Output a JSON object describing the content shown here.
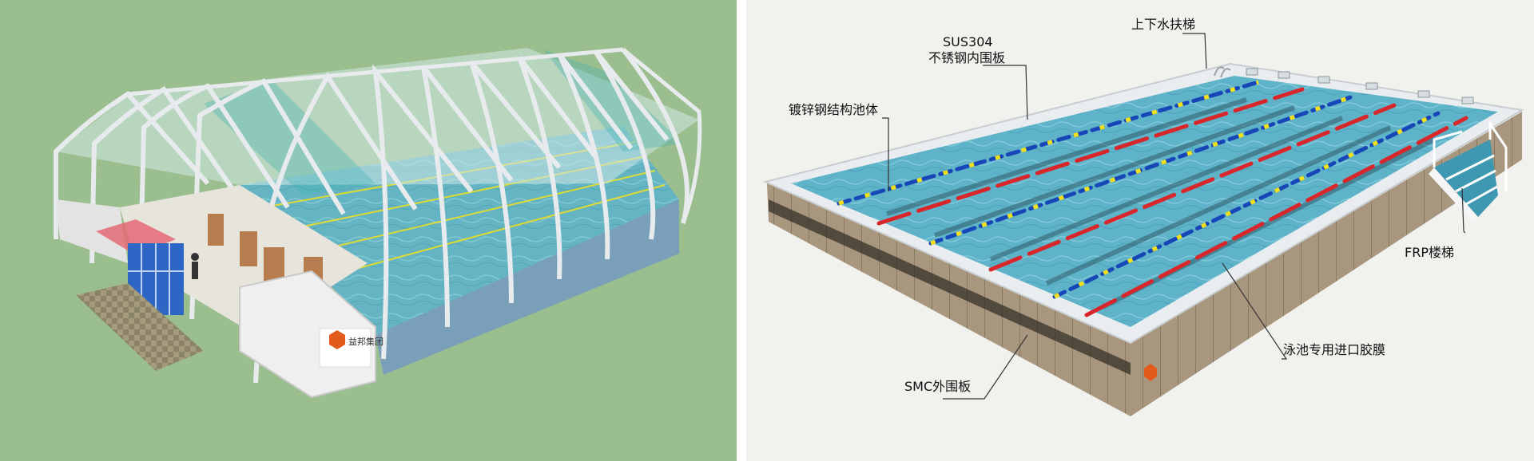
{
  "panels": [
    {
      "id": "enclosure",
      "background": "#9BBE8F"
    },
    {
      "id": "pool",
      "background": "#F1F1EE"
    }
  ],
  "colors": {
    "water": "#5FB3C9",
    "water_deep": "#3E98B2",
    "frame": "#E6E9EC",
    "glass": "#BFE3E8",
    "lane_red": "#D8262B",
    "lane_blue": "#1646B8",
    "lane_yellow": "#F2E11A",
    "wall_brown": "#9B8B74"
  },
  "logo": {
    "text": "益邦集团",
    "icon": "logo-hexagon-icon"
  },
  "callouts": [
    {
      "id": "sus304",
      "lines": [
        "SUS304",
        "不锈钢内围板"
      ]
    },
    {
      "id": "ladder",
      "lines": [
        "上下水扶梯"
      ]
    },
    {
      "id": "galvanized",
      "lines": [
        "镀锌钢结构池体"
      ]
    },
    {
      "id": "frp",
      "lines": [
        "FRP楼梯"
      ]
    },
    {
      "id": "membrane",
      "lines": [
        "泳池专用进口胶膜"
      ]
    },
    {
      "id": "smc",
      "lines": [
        "SMC外围板"
      ]
    }
  ]
}
